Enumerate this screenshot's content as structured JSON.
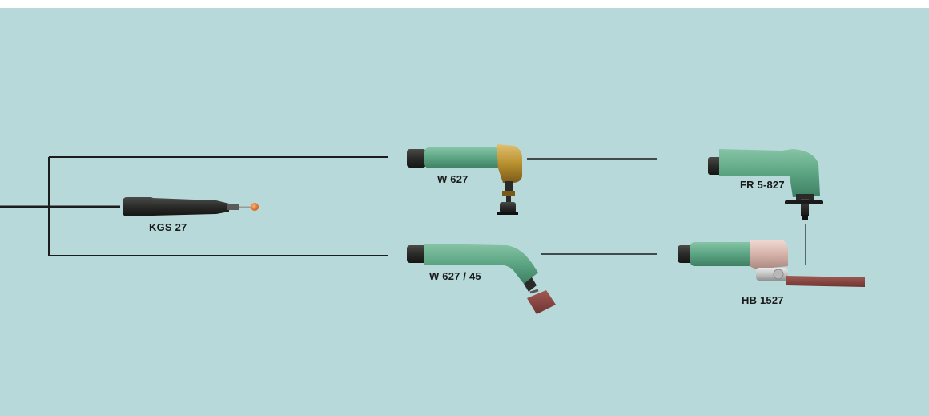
{
  "tools": {
    "kgs27": {
      "label": "KGS 27"
    },
    "w627": {
      "label": "W 627"
    },
    "w627_45": {
      "label": "W 627 / 45"
    },
    "fr5827": {
      "label": "FR 5-827"
    },
    "hb1527": {
      "label": "HB 1527"
    }
  },
  "colors": {
    "background": "#b7d9d9",
    "tool_body_green": "#5fa886",
    "connector_line": "#1c1c1c"
  }
}
